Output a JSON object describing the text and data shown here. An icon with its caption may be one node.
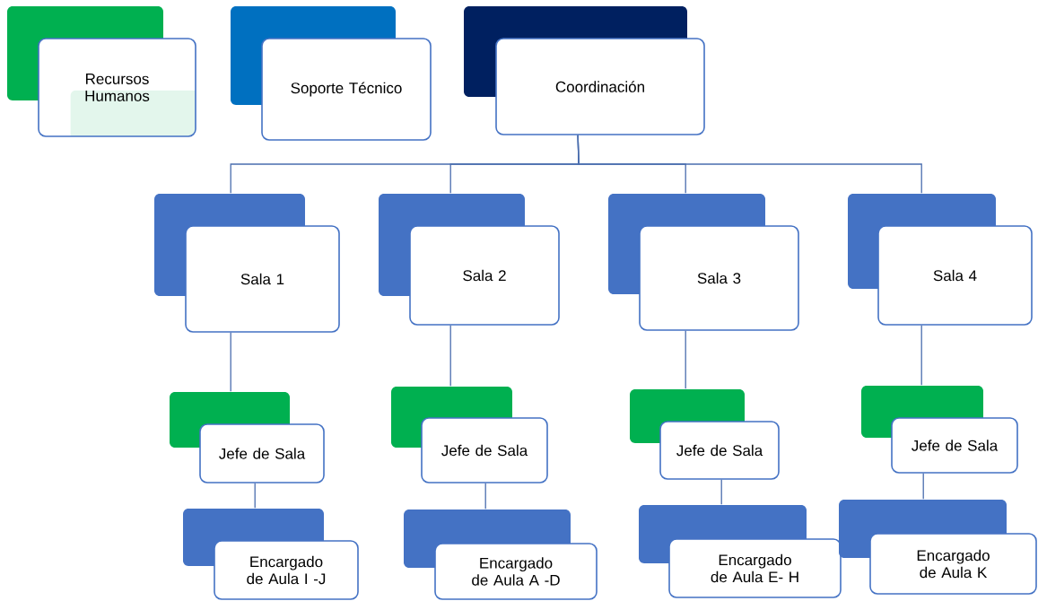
{
  "diagram": {
    "nodes": [
      {
        "text": [
          "Recursos Humanos"
        ]
      },
      {
        "text": [
          "Soporte Técnico"
        ]
      },
      {
        "text": [
          "Coordinación"
        ]
      },
      {
        "text": [
          "Sala 1"
        ]
      },
      {
        "text": [
          "Sala 2"
        ]
      },
      {
        "text": [
          "Sala 3"
        ]
      },
      {
        "text": [
          "Sala 4"
        ]
      },
      {
        "text": [
          "Jefe de Sala"
        ]
      },
      {
        "text": [
          "Jefe de Sala"
        ]
      },
      {
        "text": [
          "Jefe de Sala"
        ]
      },
      {
        "text": [
          "Jefe de Sala"
        ]
      },
      {
        "text": [
          "Encargado de Aula I -J"
        ]
      },
      {
        "text": [
          "Encargado de Aula A -D"
        ]
      },
      {
        "text": [
          "Encargado de Aula E-  H"
        ]
      },
      {
        "text": [
          "Encargado de Aula K"
        ]
      }
    ],
    "edges": [
      {
        "from": 2,
        "to": 3,
        "arrow": "none"
      },
      {
        "from": 2,
        "to": 4,
        "arrow": "none"
      },
      {
        "from": 2,
        "to": 5,
        "arrow": "none"
      },
      {
        "from": 2,
        "to": 6,
        "arrow": "none"
      },
      {
        "from": 3,
        "to": 7,
        "arrow": "none"
      },
      {
        "from": 4,
        "to": 8,
        "arrow": "none"
      },
      {
        "from": 5,
        "to": 9,
        "arrow": "none"
      },
      {
        "from": 6,
        "to": 10,
        "arrow": "none"
      },
      {
        "from": 7,
        "to": 11,
        "arrow": "none"
      },
      {
        "from": 8,
        "to": 12,
        "arrow": "none"
      },
      {
        "from": 9,
        "to": 13,
        "arrow": "none"
      },
      {
        "from": 10,
        "to": 14,
        "arrow": "none"
      }
    ]
  }
}
